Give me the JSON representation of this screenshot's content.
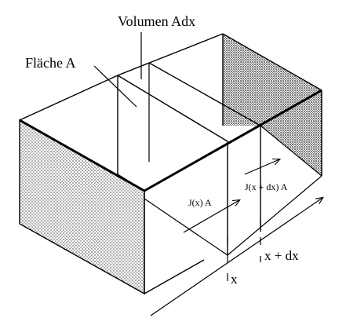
{
  "labels": {
    "volume": "Volumen Adx",
    "area": "Fläche A",
    "flux_x": "J(x) A",
    "flux_xdx": "J(x + dx) A",
    "pos_x": "x",
    "pos_xdx": "x + dx"
  },
  "colors": {
    "line": "#000000",
    "shade_dot": "#7a7a7a",
    "background": "#ffffff"
  }
}
